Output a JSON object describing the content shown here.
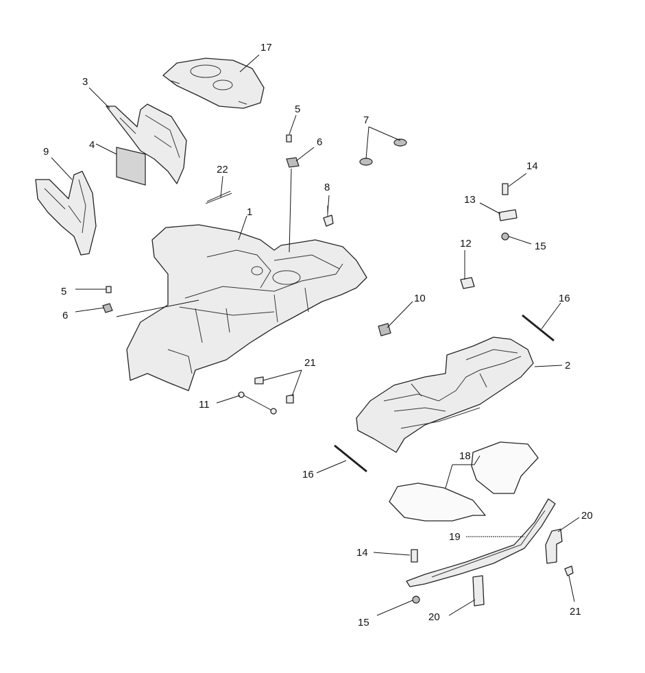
{
  "diagram": {
    "parts": [
      {
        "id": "front-rack-base",
        "label": "1"
      },
      {
        "id": "rear-rack-base",
        "label": "2"
      },
      {
        "id": "left-side-panel",
        "label": "3"
      },
      {
        "id": "decal-panel",
        "label": "4"
      },
      {
        "id": "screw-upper",
        "label": "5"
      },
      {
        "id": "screw-lower",
        "label": "5"
      },
      {
        "id": "clip-upper",
        "label": "6"
      },
      {
        "id": "clip-lower",
        "label": "6"
      },
      {
        "id": "plug-caps",
        "label": "7"
      },
      {
        "id": "push-rivet",
        "label": "8"
      },
      {
        "id": "right-side-panel",
        "label": "9"
      },
      {
        "id": "latch-clip",
        "label": "10"
      },
      {
        "id": "strap-cable",
        "label": "11"
      },
      {
        "id": "spring-clip",
        "label": "12"
      },
      {
        "id": "bracket-small",
        "label": "13"
      },
      {
        "id": "bolt-upper",
        "label": "14"
      },
      {
        "id": "bolt-lower",
        "label": "14"
      },
      {
        "id": "nut-upper",
        "label": "15"
      },
      {
        "id": "nut-lower",
        "label": "15"
      },
      {
        "id": "rod-upper",
        "label": "16"
      },
      {
        "id": "rod-lower",
        "label": "16"
      },
      {
        "id": "dash-cover",
        "label": "17"
      },
      {
        "id": "mat-set",
        "label": "18"
      },
      {
        "id": "rear-bar",
        "label": "19"
      },
      {
        "id": "mount-bracket-upper",
        "label": "20"
      },
      {
        "id": "mount-bracket-lower",
        "label": "20"
      },
      {
        "id": "fasteners-middle",
        "label": "21"
      },
      {
        "id": "fastener-right",
        "label": "21"
      },
      {
        "id": "wire-clip",
        "label": "22"
      }
    ]
  }
}
